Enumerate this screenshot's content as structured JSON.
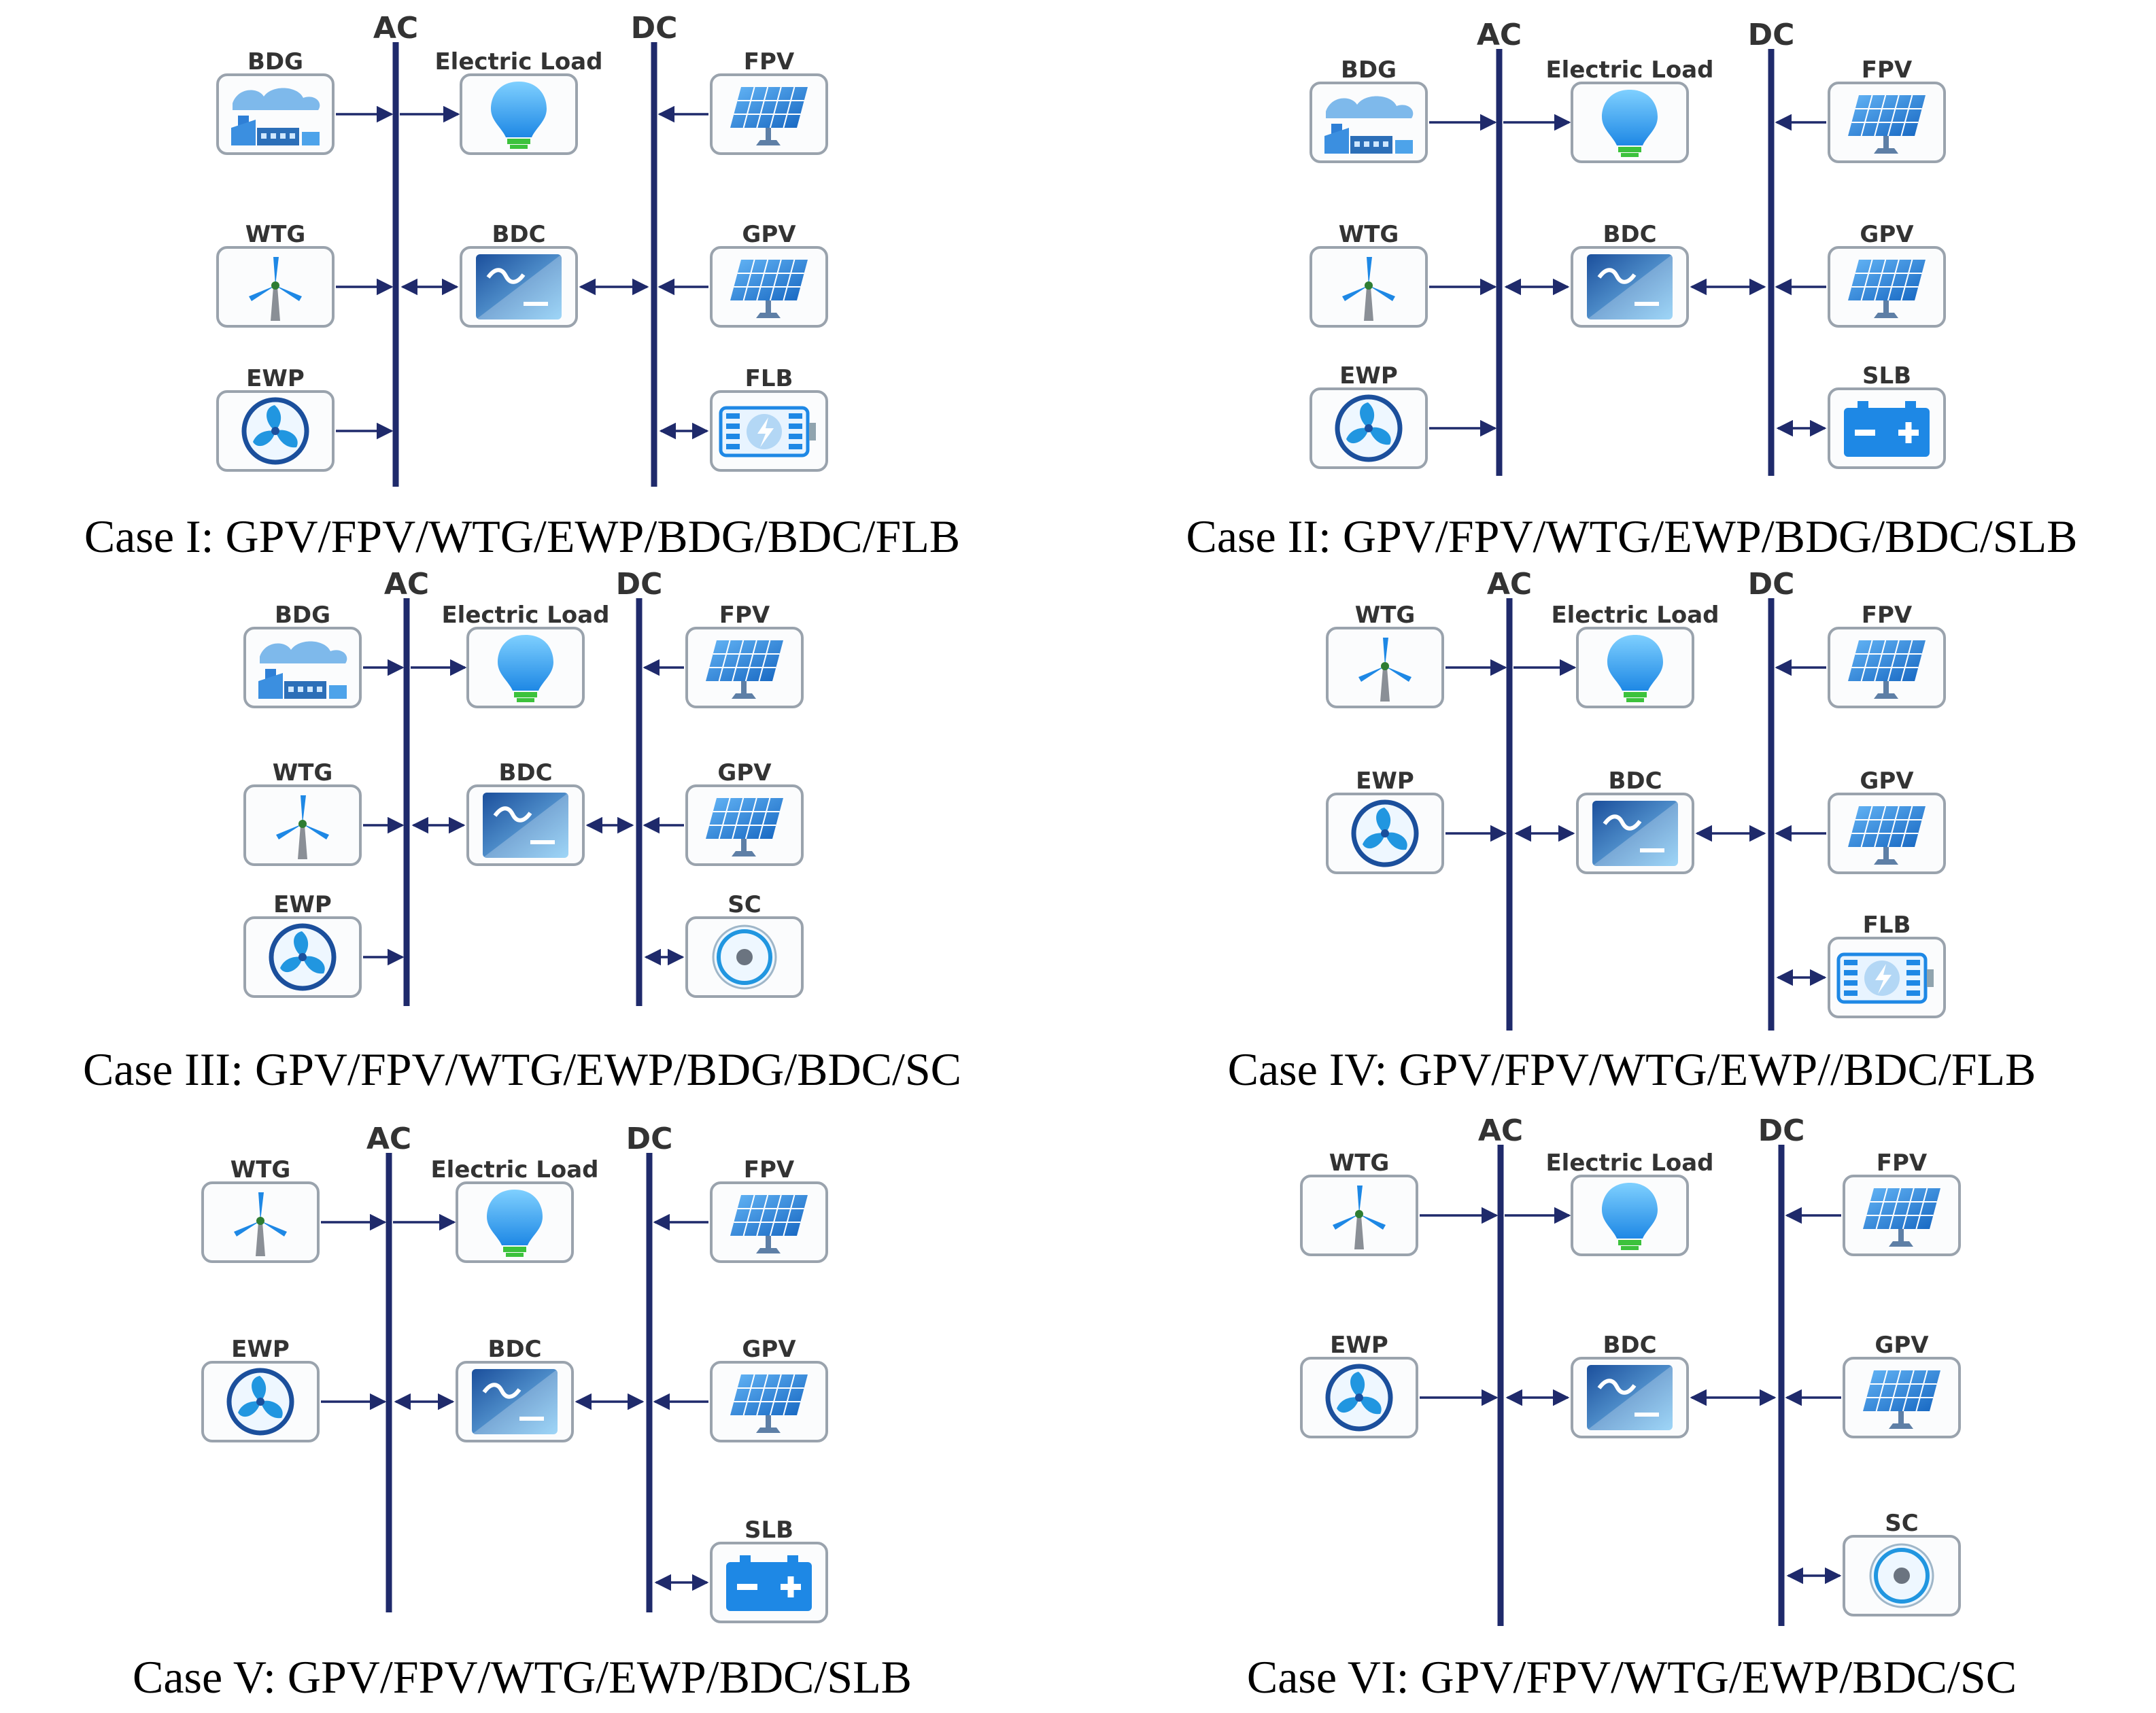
{
  "colors": {
    "bus": "#1f2a6b",
    "arrow": "#1f2a6b",
    "icon_blue": "#2196e0",
    "icon_dark": "#1b4f9c",
    "box_border": "#9aa3ad",
    "box_fill": "#fbfcfd",
    "label": "#333333"
  },
  "cases": [
    {
      "caption": "Case I: GPV/FPV/WTG/EWP/BDG/BDC/FLB",
      "ac_label": "AC",
      "dc_label": "DC",
      "ac_components": [
        {
          "label": "BDG",
          "icon": "factory-icon"
        },
        {
          "label": "WTG",
          "icon": "wind-turbine-icon"
        },
        {
          "label": "EWP",
          "icon": "water-pump-icon"
        }
      ],
      "center_components": [
        {
          "label": "Electric Load",
          "icon": "light-bulb-icon"
        },
        {
          "label": "BDC",
          "icon": "converter-icon"
        }
      ],
      "dc_components": [
        {
          "label": "FPV",
          "icon": "solar-panel-icon"
        },
        {
          "label": "GPV",
          "icon": "solar-panel-icon"
        },
        {
          "label": "FLB",
          "icon": "flow-battery-icon"
        }
      ]
    },
    {
      "caption": "Case II: GPV/FPV/WTG/EWP/BDG/BDC/SLB",
      "ac_label": "AC",
      "dc_label": "DC",
      "ac_components": [
        {
          "label": "BDG",
          "icon": "factory-icon"
        },
        {
          "label": "WTG",
          "icon": "wind-turbine-icon"
        },
        {
          "label": "EWP",
          "icon": "water-pump-icon"
        }
      ],
      "center_components": [
        {
          "label": "Electric Load",
          "icon": "light-bulb-icon"
        },
        {
          "label": "BDC",
          "icon": "converter-icon"
        }
      ],
      "dc_components": [
        {
          "label": "FPV",
          "icon": "solar-panel-icon"
        },
        {
          "label": "GPV",
          "icon": "solar-panel-icon"
        },
        {
          "label": "SLB",
          "icon": "battery-icon"
        }
      ]
    },
    {
      "caption": "Case III: GPV/FPV/WTG/EWP/BDG/BDC/SC",
      "ac_label": "AC",
      "dc_label": "DC",
      "ac_components": [
        {
          "label": "BDG",
          "icon": "factory-icon"
        },
        {
          "label": "WTG",
          "icon": "wind-turbine-icon"
        },
        {
          "label": "EWP",
          "icon": "water-pump-icon"
        }
      ],
      "center_components": [
        {
          "label": "Electric Load",
          "icon": "light-bulb-icon"
        },
        {
          "label": "BDC",
          "icon": "converter-icon"
        }
      ],
      "dc_components": [
        {
          "label": "FPV",
          "icon": "solar-panel-icon"
        },
        {
          "label": "GPV",
          "icon": "solar-panel-icon"
        },
        {
          "label": "SC",
          "icon": "supercapacitor-icon"
        }
      ]
    },
    {
      "caption": "Case IV: GPV/FPV/WTG/EWP//BDC/FLB",
      "ac_label": "AC",
      "dc_label": "DC",
      "ac_components": [
        {
          "label": "WTG",
          "icon": "wind-turbine-icon"
        },
        {
          "label": "EWP",
          "icon": "water-pump-icon"
        }
      ],
      "center_components": [
        {
          "label": "Electric Load",
          "icon": "light-bulb-icon"
        },
        {
          "label": "BDC",
          "icon": "converter-icon"
        }
      ],
      "dc_components": [
        {
          "label": "FPV",
          "icon": "solar-panel-icon"
        },
        {
          "label": "GPV",
          "icon": "solar-panel-icon"
        },
        {
          "label": "FLB",
          "icon": "flow-battery-icon"
        }
      ]
    },
    {
      "caption": "Case V: GPV/FPV/WTG/EWP/BDC/SLB",
      "ac_label": "AC",
      "dc_label": "DC",
      "ac_components": [
        {
          "label": "WTG",
          "icon": "wind-turbine-icon"
        },
        {
          "label": "EWP",
          "icon": "water-pump-icon"
        }
      ],
      "center_components": [
        {
          "label": "Electric Load",
          "icon": "light-bulb-icon"
        },
        {
          "label": "BDC",
          "icon": "converter-icon"
        }
      ],
      "dc_components": [
        {
          "label": "FPV",
          "icon": "solar-panel-icon"
        },
        {
          "label": "GPV",
          "icon": "solar-panel-icon"
        },
        {
          "label": "SLB",
          "icon": "battery-icon"
        }
      ]
    },
    {
      "caption": "Case VI: GPV/FPV/WTG/EWP/BDC/SC",
      "ac_label": "AC",
      "dc_label": "DC",
      "ac_components": [
        {
          "label": "WTG",
          "icon": "wind-turbine-icon"
        },
        {
          "label": "EWP",
          "icon": "water-pump-icon"
        }
      ],
      "center_components": [
        {
          "label": "Electric Load",
          "icon": "light-bulb-icon"
        },
        {
          "label": "BDC",
          "icon": "converter-icon"
        }
      ],
      "dc_components": [
        {
          "label": "FPV",
          "icon": "solar-panel-icon"
        },
        {
          "label": "GPV",
          "icon": "solar-panel-icon"
        },
        {
          "label": "SC",
          "icon": "supercapacitor-icon"
        }
      ]
    }
  ]
}
